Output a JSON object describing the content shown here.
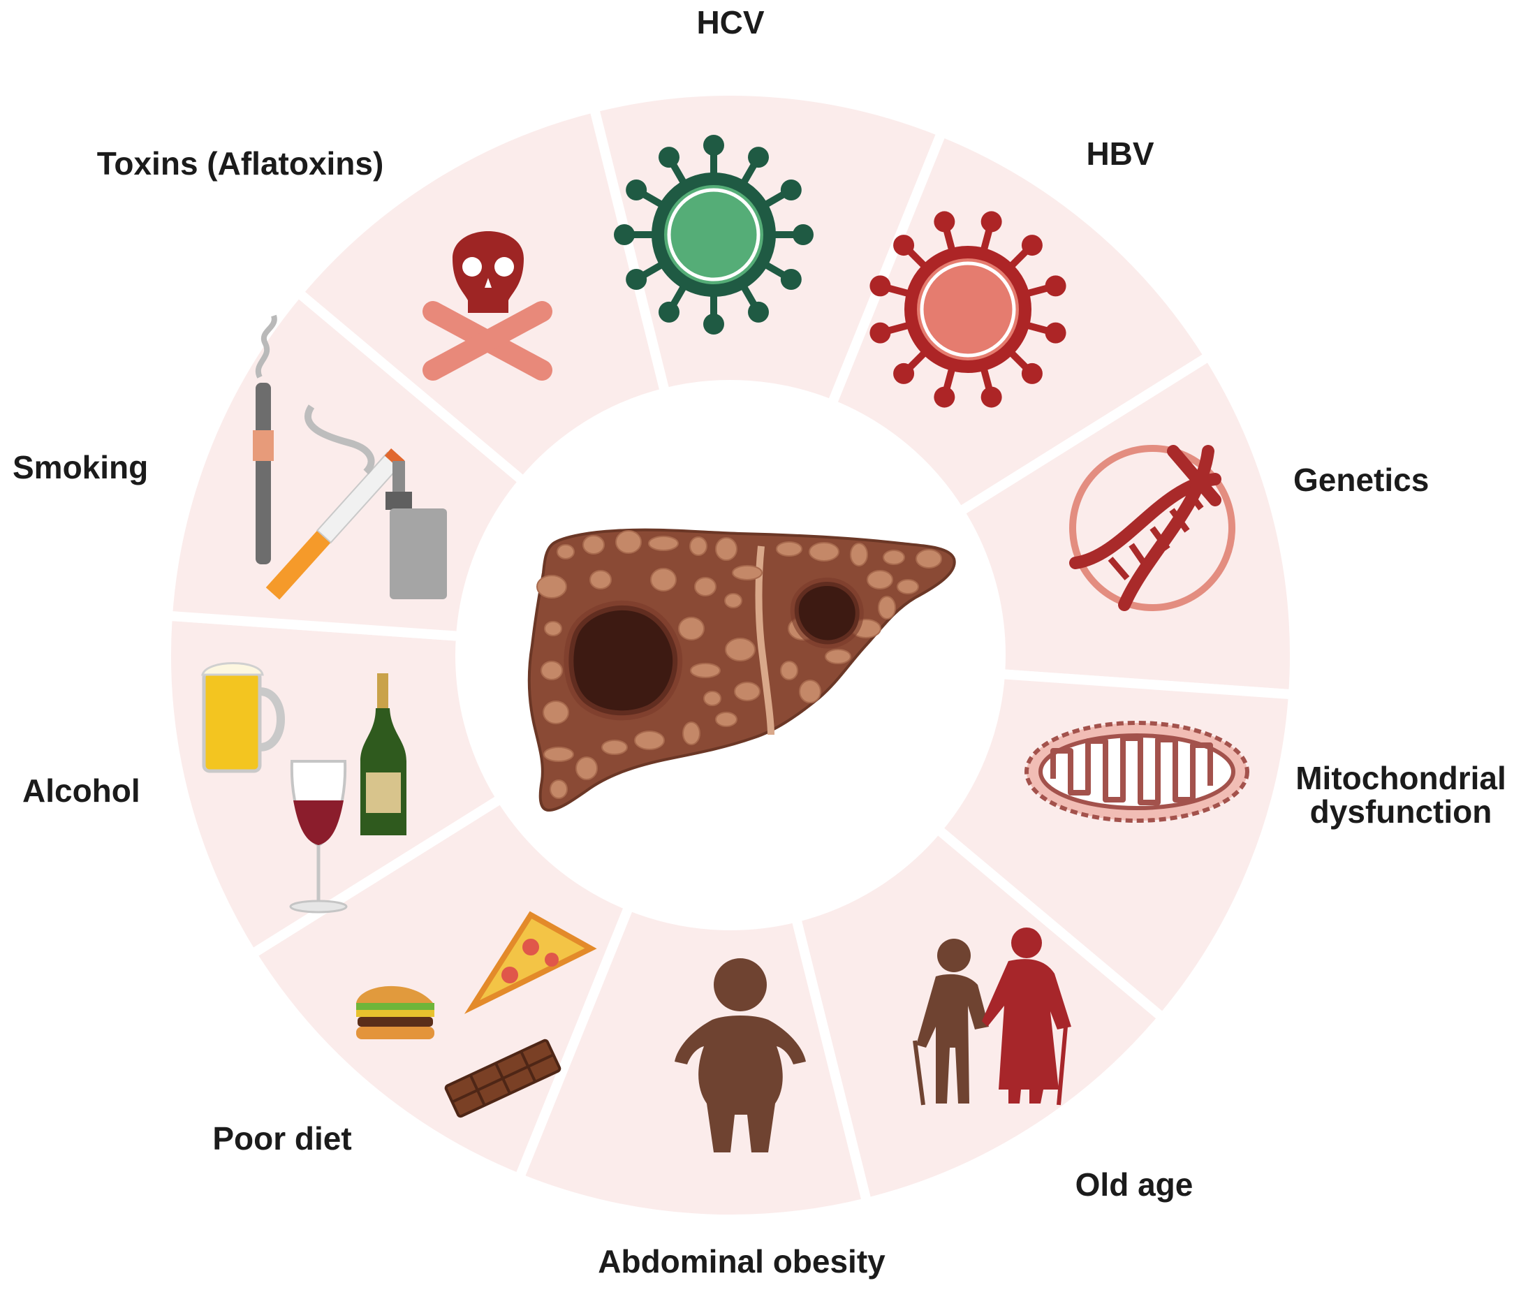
{
  "colors": {
    "segment_fill": "#fbeceb",
    "separator": "#ffffff",
    "center": "#ffffff",
    "label": "#1b1b1b",
    "hcv_green": "#1f5a43",
    "hcv_core": "#55ad77",
    "hbv_red": "#ad2526",
    "hbv_core": "#e57c6f",
    "skull": "#9e2524",
    "bones": "#e8897a",
    "liver": "#8a4a35",
    "liver_nodule": "#c48868",
    "tumor": "#3d1a12",
    "mito_fill": "#f1bdb5",
    "mito_line": "#a3524c",
    "person_brown": "#6f4331",
    "person_red": "#a7262a"
  },
  "factors": [
    {
      "key": "hcv",
      "label": "HCV",
      "icon": "virus-icon"
    },
    {
      "key": "hbv",
      "label": "HBV",
      "icon": "virus-icon"
    },
    {
      "key": "genetics",
      "label": "Genetics",
      "icon": "dna-icon"
    },
    {
      "key": "mito",
      "label_line1": "Mitochondrial",
      "label_line2": "dysfunction",
      "icon": "mitochondrion-icon"
    },
    {
      "key": "old_age",
      "label": "Old age",
      "icon": "elderly-couple-icon"
    },
    {
      "key": "obesity",
      "label": "Abdominal obesity",
      "icon": "obese-person-icon"
    },
    {
      "key": "diet",
      "label": "Poor diet",
      "icon": "junk-food-icon"
    },
    {
      "key": "alcohol",
      "label": "Alcohol",
      "icon": "alcohol-drinks-icon"
    },
    {
      "key": "smoking",
      "label": "Smoking",
      "icon": "cigarette-vape-icon"
    },
    {
      "key": "toxins",
      "label": "Toxins (Aflatoxins)",
      "icon": "skull-crossbones-icon"
    }
  ],
  "center": {
    "icon": "cirrhotic-liver-icon"
  }
}
